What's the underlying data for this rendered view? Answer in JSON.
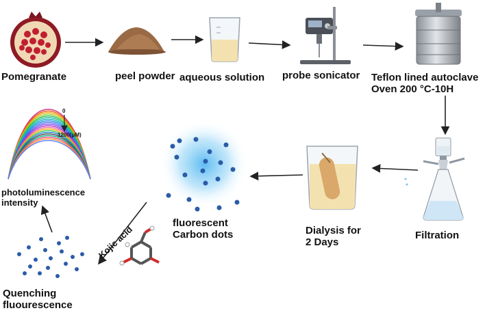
{
  "steps": {
    "pomegranate": "Pomegranate",
    "peel_powder": "peel powder",
    "aqueous_solution": "aqueous solution",
    "probe_sonicator": "probe sonicator",
    "autoclave_line1": "Teflon lined autoclave",
    "autoclave_line2": "Oven 200 °C-10H",
    "filtration": "Filtration",
    "dialysis_line1": "Dialysis for",
    "dialysis_line2": "2 Days",
    "carbon_dots_line1": "fluorescent",
    "carbon_dots_line2": "Carbon dots",
    "kojic_acid": "Kojic acid",
    "quenching_line1": "Quenching",
    "quenching_line2": "fluourescence",
    "pl_line1": "photoluminescence",
    "pl_line2": "intensity"
  },
  "spectrum": {
    "conc_top": "0",
    "conc_bottom": "1200(μM)"
  },
  "colors": {
    "arrow": "#222222",
    "dot": "#2b5ca8",
    "glow": "#4fb8f0",
    "solution": "#f3e2b0"
  }
}
